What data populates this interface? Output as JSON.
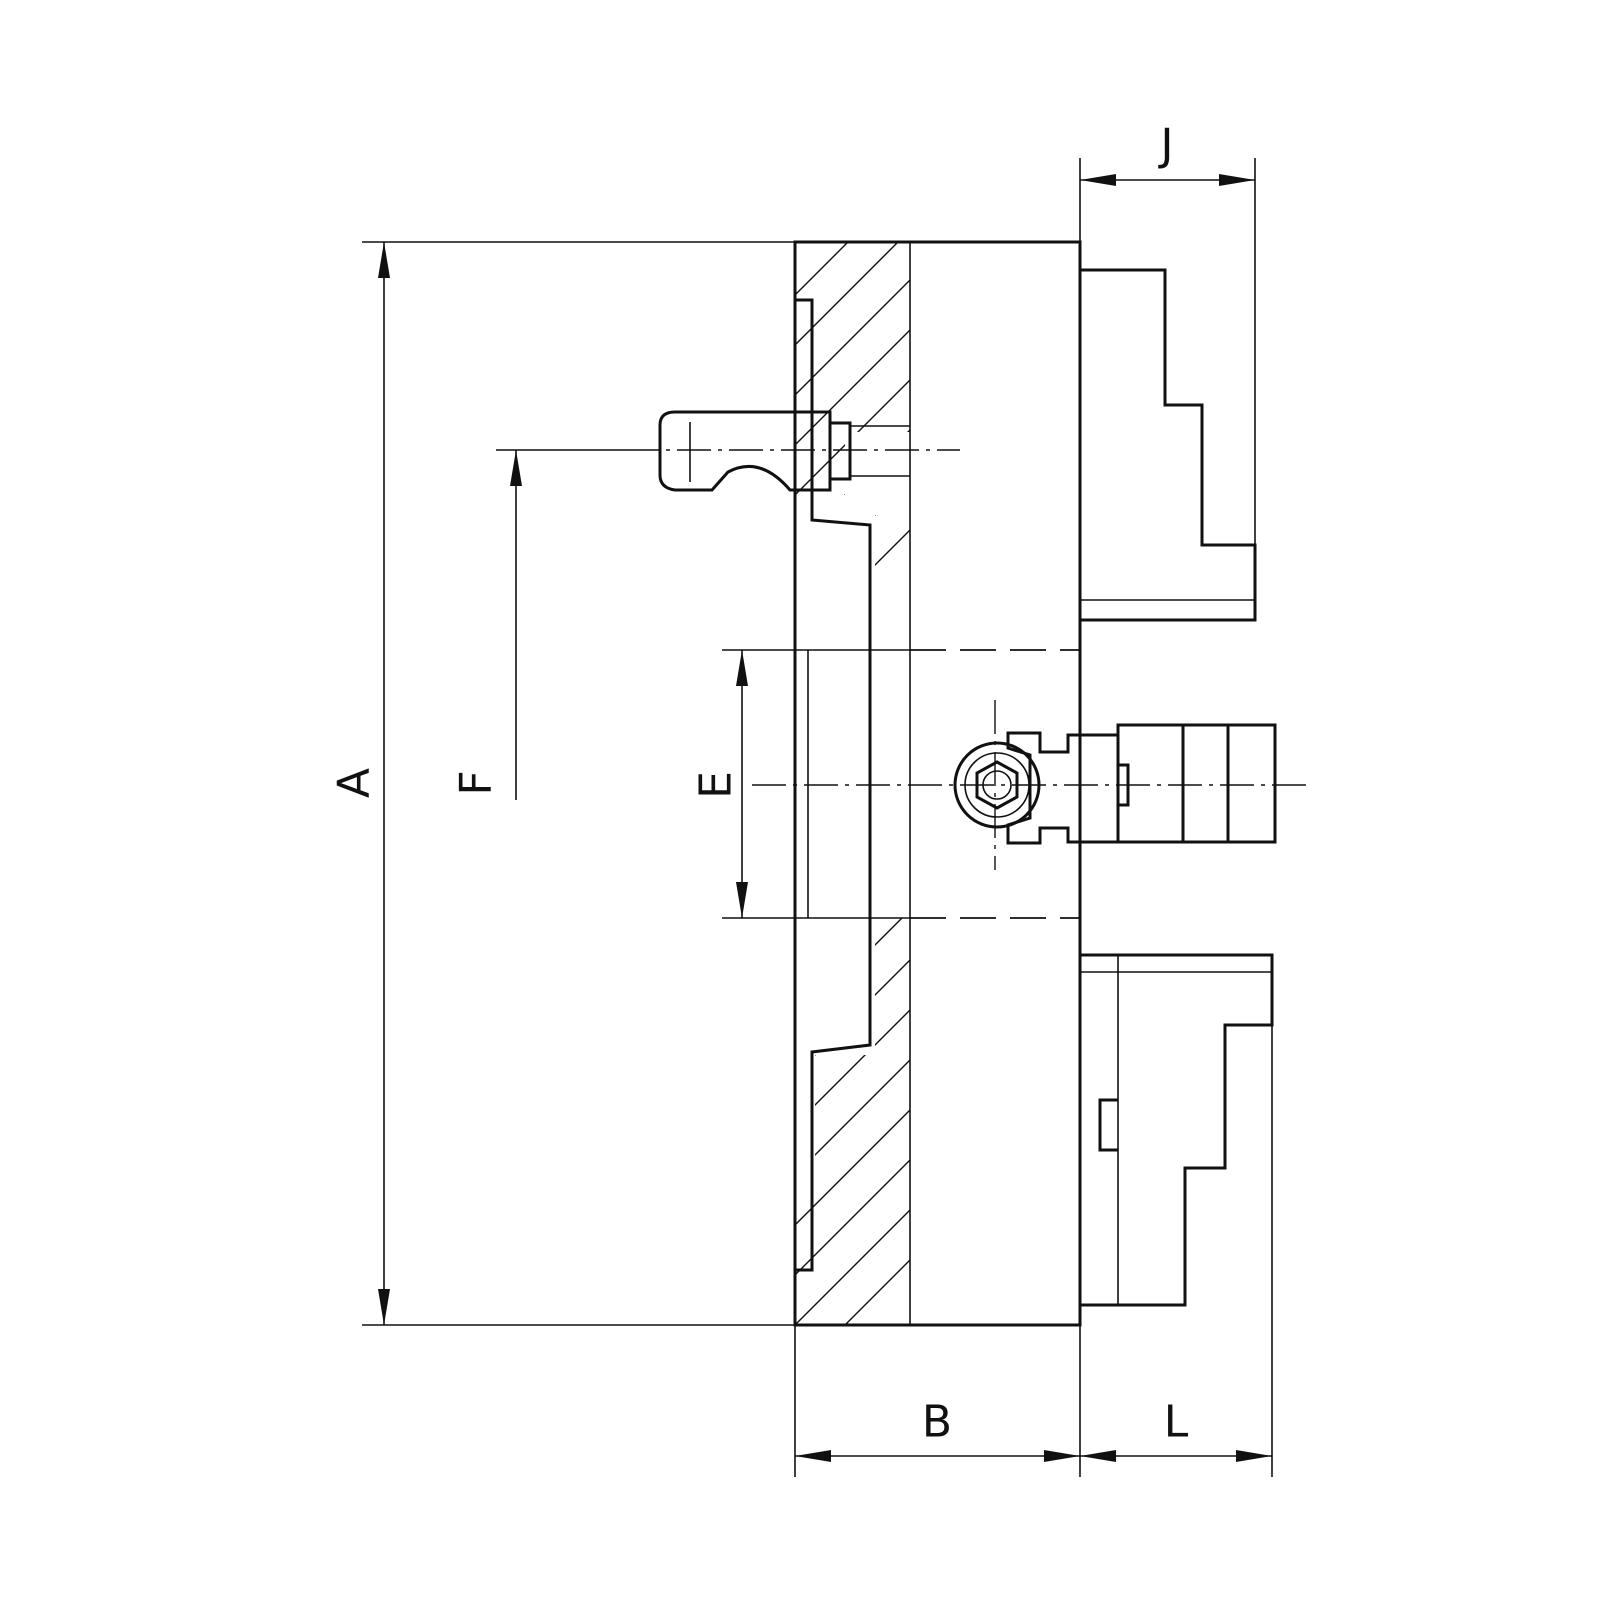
{
  "drawing": {
    "subject": "chuck-cross-section",
    "line_color": "#111111",
    "background": "#ffffff",
    "dimension_labels": {
      "A": "A",
      "B": "B",
      "E": "E",
      "F": "F",
      "J": "J",
      "L": "L"
    }
  }
}
